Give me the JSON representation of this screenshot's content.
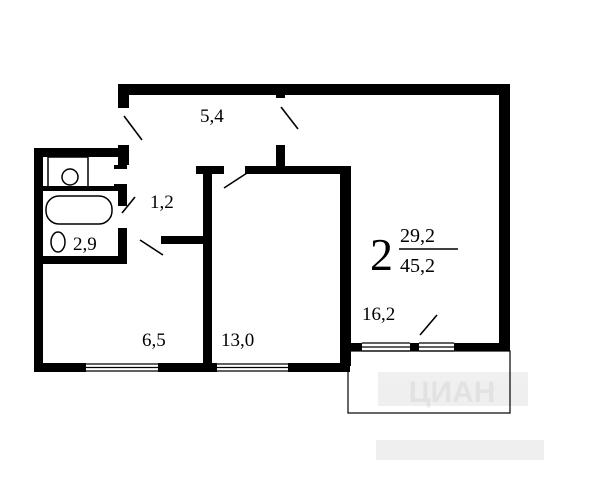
{
  "rooms": [
    {
      "id": "hall",
      "area": "5,4"
    },
    {
      "id": "closet",
      "area": "1,2"
    },
    {
      "id": "bathroom",
      "area": "2,9"
    },
    {
      "id": "kitchen",
      "area": "6,5"
    },
    {
      "id": "bedroom",
      "area": "13,0"
    },
    {
      "id": "living",
      "area": "16,2"
    }
  ],
  "summary": {
    "rooms_count": "2",
    "living_area": "29,2",
    "total_area": "45,2"
  },
  "watermark": "ЦИАН"
}
